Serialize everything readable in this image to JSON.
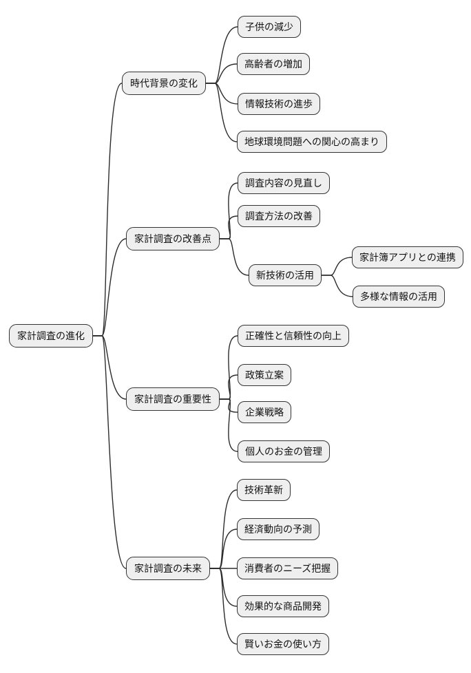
{
  "theme": {
    "background": "#ffffff",
    "node_fill": "#efefef",
    "node_border": "#333333",
    "edge_color": "#2b2b2b",
    "text_color": "#111111"
  },
  "mindmap": {
    "root": {
      "label": "家計調査の進化"
    },
    "branches": [
      {
        "label": "時代背景の変化",
        "children": [
          {
            "label": "子供の減少"
          },
          {
            "label": "高齢者の増加"
          },
          {
            "label": "情報技術の進歩"
          },
          {
            "label": "地球環境問題への関心の高まり"
          }
        ]
      },
      {
        "label": "家計調査の改善点",
        "children": [
          {
            "label": "調査内容の見直し"
          },
          {
            "label": "調査方法の改善"
          },
          {
            "label": "新技術の活用",
            "children": [
              {
                "label": "家計簿アプリとの連携"
              },
              {
                "label": "多様な情報の活用"
              }
            ]
          }
        ]
      },
      {
        "label": "家計調査の重要性",
        "children": [
          {
            "label": "正確性と信頼性の向上"
          },
          {
            "label": "政策立案"
          },
          {
            "label": "企業戦略"
          },
          {
            "label": "個人のお金の管理"
          }
        ]
      },
      {
        "label": "家計調査の未来",
        "children": [
          {
            "label": "技術革新"
          },
          {
            "label": "経済動向の予測"
          },
          {
            "label": "消費者のニーズ把握"
          },
          {
            "label": "効果的な商品開発"
          },
          {
            "label": "賢いお金の使い方"
          }
        ]
      }
    ]
  }
}
